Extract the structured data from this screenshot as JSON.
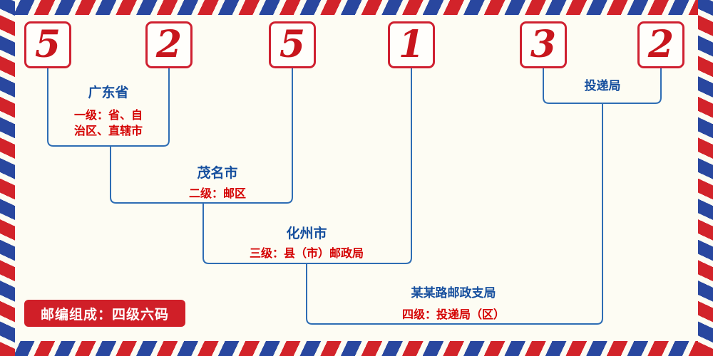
{
  "postal_code": {
    "digits": [
      "5",
      "2",
      "5",
      "1",
      "3",
      "2"
    ]
  },
  "labels": {
    "level1": {
      "name": "广东省",
      "desc_line1": "一级：省、自",
      "desc_line2": "治区、直辖市"
    },
    "level2": {
      "name": "茂名市",
      "desc": "二级：邮区"
    },
    "level3": {
      "name": "化州市",
      "desc": "三级：县（市）邮政局"
    },
    "level4": {
      "name": "某某路邮政支局",
      "desc": "四级：投递局（区）"
    },
    "delivery": {
      "name": "投递局"
    }
  },
  "footer": {
    "composition": "邮编组成：四级六码"
  },
  "colors": {
    "digit_red": "#c8161d",
    "box_border_red": "#cf2030",
    "line_blue": "#2e6db4",
    "label_blue": "#164f9e",
    "desc_red": "#d40000",
    "stamp_red": "#d01f28",
    "stripe_red": "#d2232a",
    "stripe_blue": "#29479f",
    "background": "#fdfcf3"
  }
}
